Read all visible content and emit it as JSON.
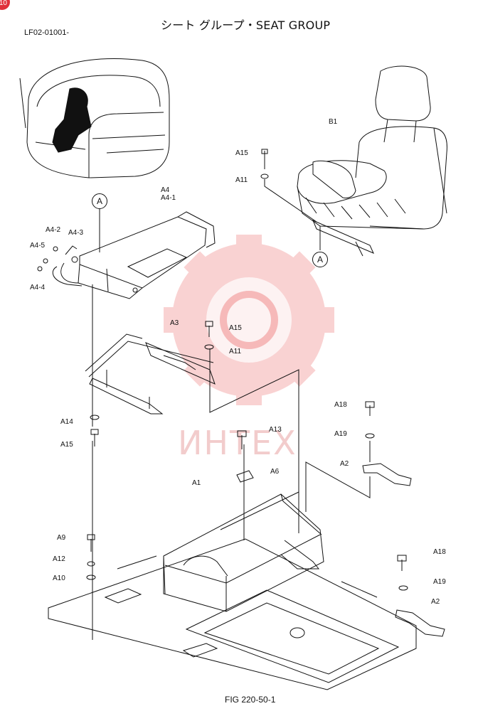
{
  "badge": "10",
  "title": "シート グループ・SEAT GROUP",
  "serial": "LF02-01001-",
  "watermark": "ИНТЕХ",
  "figure": "FIG 220-50-1",
  "markers": [
    "A",
    "A"
  ],
  "labels": [
    "B1",
    "A15",
    "A11",
    "A4",
    "A4-1",
    "A4-2",
    "A4-3",
    "A4-5",
    "A4-4",
    "A3",
    "A15",
    "A11",
    "A14",
    "A15",
    "A18",
    "A19",
    "A2",
    "A13",
    "A6",
    "A1",
    "A9",
    "A12",
    "A10",
    "A18",
    "A19",
    "A2"
  ],
  "colors": {
    "line": "#111111",
    "watermark": "#f08080",
    "badge": "#e0303a"
  }
}
